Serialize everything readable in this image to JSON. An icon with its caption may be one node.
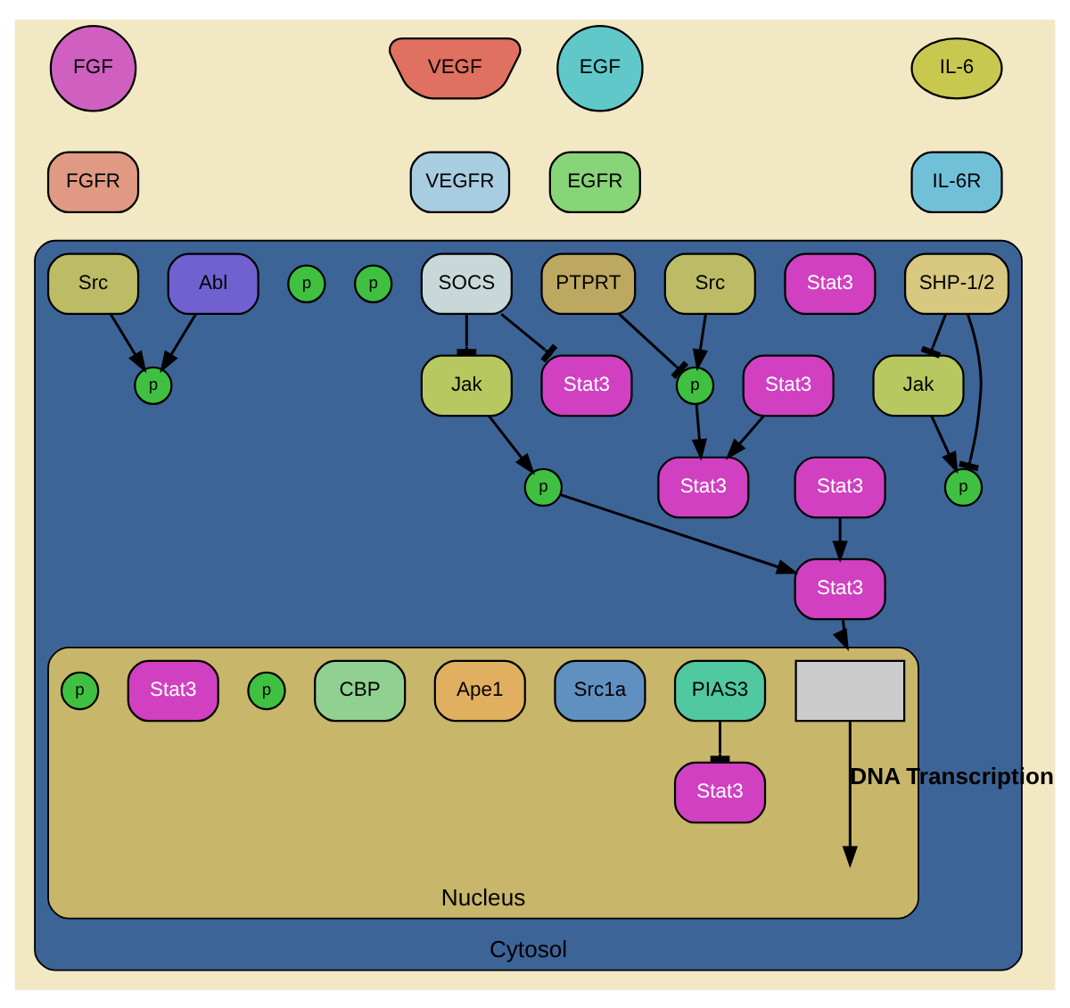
{
  "diagram": {
    "nodes": [
      {
        "text": [
          "Cytosol"
        ]
      },
      {
        "text": [
          "Nucleus"
        ],
        "in": 0
      },
      {
        "text": [
          "FGF"
        ]
      },
      {
        "text": [
          "FGFR"
        ]
      },
      {
        "text": [
          "VEGF"
        ]
      },
      {
        "text": [
          "VEGFR"
        ]
      },
      {
        "text": [
          "EGF"
        ]
      },
      {
        "text": [
          "EGFR"
        ]
      },
      {
        "text": [
          "Src"
        ],
        "in": 0
      },
      {
        "text": [
          "Stat3"
        ],
        "in": 0
      },
      {
        "text": [
          "p"
        ],
        "in": 0
      },
      {
        "text": [
          "PTPRT"
        ],
        "in": 0
      },
      {
        "text": [
          "SOCS"
        ],
        "in": 0
      },
      {
        "text": [
          "IL-6"
        ]
      },
      {
        "text": [
          "IL-6R"
        ]
      },
      {
        "text": [
          "Jak"
        ],
        "in": 0
      },
      {
        "text": [
          "Jak"
        ],
        "in": 0
      },
      {
        "text": [
          "Stat3"
        ],
        "in": 0
      },
      {
        "text": [
          "p"
        ],
        "in": 0
      },
      {
        "text": [
          "Stat3"
        ],
        "in": 0
      },
      {
        "text": [
          "p"
        ],
        "in": 0
      },
      {
        "text": [
          "SHP-1/2"
        ],
        "in": 0
      },
      {
        "text": [
          "p"
        ],
        "in": 0
      },
      {
        "text": [
          "Stat3"
        ],
        "in": 0
      },
      {
        "text": [
          "Stat3"
        ],
        "in": 0
      },
      {
        "text": [
          "p"
        ],
        "in": 0
      },
      {
        "text": [
          "Src"
        ],
        "in": 0
      },
      {
        "text": [
          "Stat3"
        ],
        "in": 0
      },
      {
        "text": [
          "p"
        ],
        "in": 0
      },
      {
        "text": [
          "Abl"
        ],
        "in": 0
      },
      {
        "text": [],
        "shape": "box",
        "in": 1
      },
      {
        "text": [
          "PIAS3"
        ],
        "in": 1
      },
      {
        "text": [
          "Src1a"
        ],
        "in": 1
      },
      {
        "text": [
          "Ape1"
        ],
        "in": 1
      },
      {
        "text": [
          "CBP"
        ],
        "in": 1
      },
      {
        "text": [
          "p"
        ],
        "in": 1
      },
      {
        "text": [
          "Stat3"
        ],
        "in": 1
      },
      {
        "text": [
          "Stat3"
        ],
        "in": 1
      },
      {
        "text": [
          "p"
        ],
        "in": 1
      }
    ],
    "edges": [
      {
        "from": 8,
        "to": 10,
        "arrow": "to"
      },
      {
        "from": 11,
        "to": 10,
        "arrow": "other"
      },
      {
        "from": 10,
        "to": 23,
        "arrow": "to"
      },
      {
        "from": 12,
        "to": 15,
        "arrow": "other"
      },
      {
        "from": 12,
        "to": 17,
        "arrow": "other"
      },
      {
        "from": 15,
        "to": 18,
        "arrow": "to"
      },
      {
        "from": 18,
        "to": 24,
        "arrow": "to"
      },
      {
        "from": 19,
        "to": 24,
        "arrow": "to"
      },
      {
        "from": 16,
        "to": 20,
        "arrow": "to"
      },
      {
        "from": 21,
        "to": 20,
        "arrow": "other"
      },
      {
        "from": 21,
        "to": 16,
        "arrow": "other"
      },
      {
        "from": 26,
        "to": 28,
        "arrow": "to"
      },
      {
        "from": 29,
        "to": 28,
        "arrow": "to"
      },
      {
        "from": 27,
        "to": 23,
        "arrow": "to"
      },
      {
        "from": 24,
        "to": 1,
        "arrow": "to"
      },
      {
        "from": 30,
        "to": null,
        "arrow": "to",
        "label": "DNA Transcription"
      },
      {
        "from": 31,
        "to": 37,
        "arrow": "other"
      }
    ]
  }
}
